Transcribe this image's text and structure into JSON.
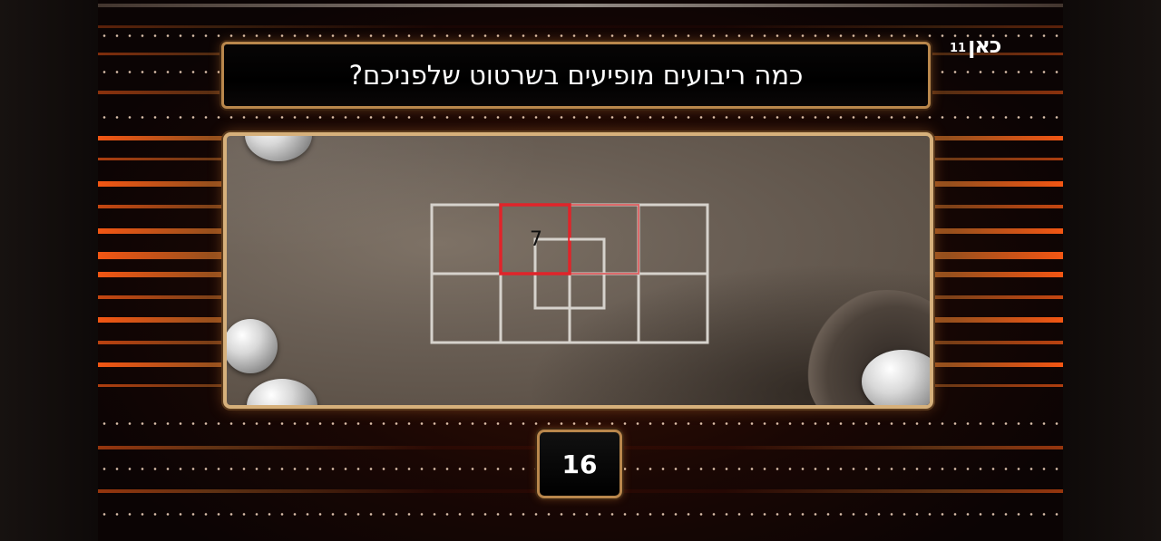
{
  "channel": {
    "name": "כאן",
    "number": "11"
  },
  "question": {
    "text": "כמה ריבועים מופיעים בשרטוט שלפניכם?"
  },
  "figure": {
    "highlight_color": "#e0242a",
    "line_color": "#d6d2cc",
    "square_label": "7"
  },
  "timer": {
    "value": "16"
  },
  "colors": {
    "frame_gold": "#b9874c",
    "stripe_orange": "#ff5a14",
    "board": "#6a5f55"
  }
}
